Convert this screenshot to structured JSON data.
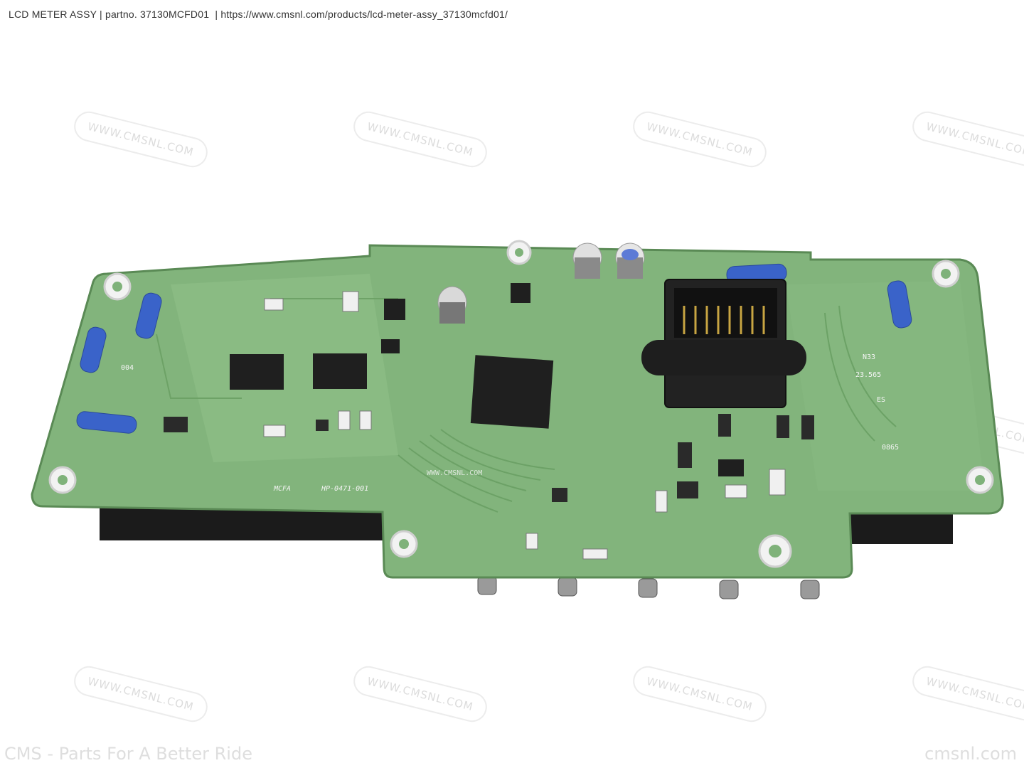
{
  "header": {
    "title": "LCD METER ASSY",
    "separator1": "|",
    "partno_label": "partno.",
    "partno": "37130MCFD01",
    "separator2": "|",
    "url": "https://www.cmsnl.com/products/lcd-meter-assy_37130mcfd01/"
  },
  "watermark": {
    "text": "WWW.CMSNL.COM"
  },
  "footer": {
    "left": "CMS - Parts For A Better Ride",
    "right": "cmsnl.com"
  },
  "board": {
    "label_brand": "MCFA",
    "label_model": "HP-0471-001",
    "serial": "0865",
    "code": "004",
    "stamp_top": "N33",
    "stamp_mid": "23.565",
    "stamp_bottom": "ES",
    "overlay_text": "WWW.CMSNL.COM",
    "colors": {
      "pcb": "#7fb27a",
      "pcb_dark": "#5e9558",
      "silkscreen": "#f4f4f4",
      "connector": "#1e1e1e"
    }
  }
}
